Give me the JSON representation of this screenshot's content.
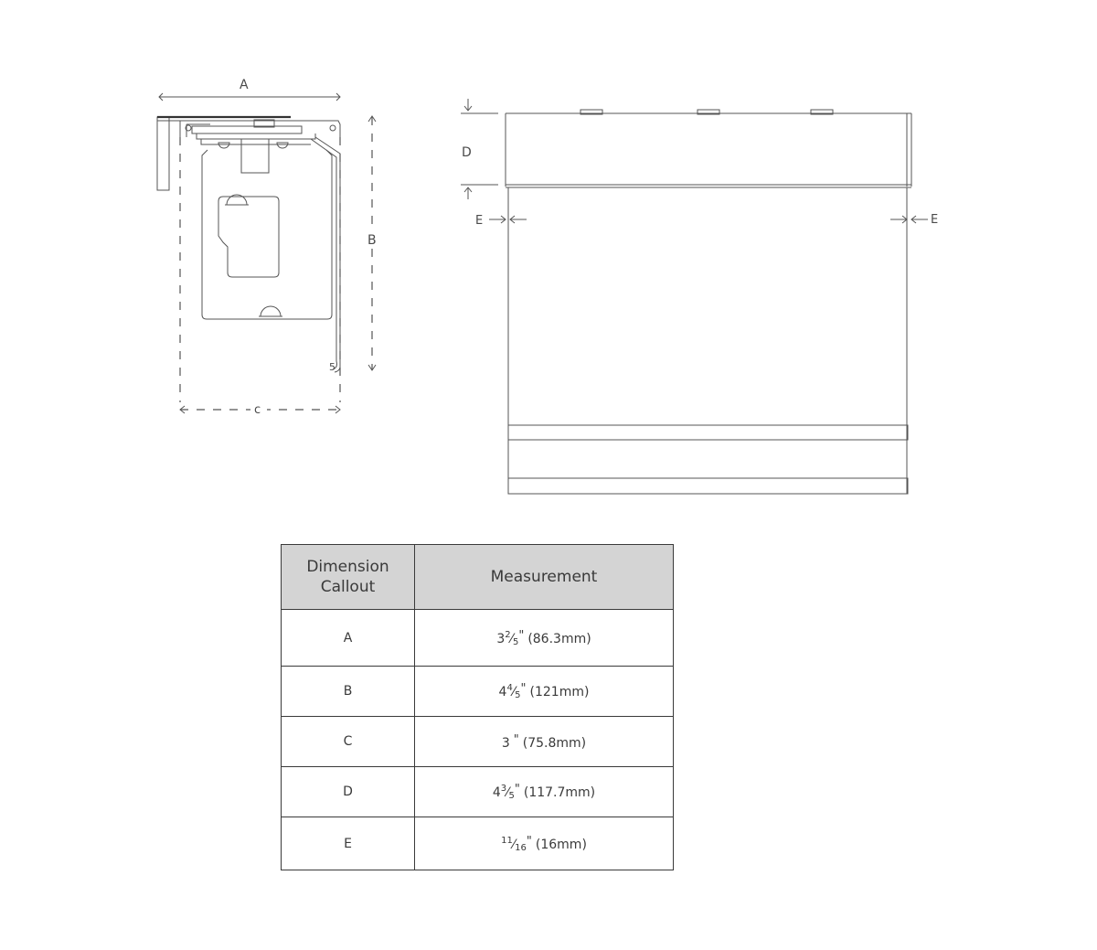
{
  "side_view": {
    "label_a": "A",
    "label_b": "B",
    "label_c": "c"
  },
  "front_view": {
    "label_d": "D",
    "label_e_left": "E",
    "label_e_right": "E"
  },
  "table": {
    "header_col1": "Dimension Callout",
    "header_col2": "Measurement",
    "rows": [
      {
        "callout": "A",
        "whole": "3",
        "num": "2",
        "den": "5",
        "mm": "(86.3mm)"
      },
      {
        "callout": "B",
        "whole": "4",
        "num": "4",
        "den": "5",
        "mm": "(121mm)"
      },
      {
        "callout": "C",
        "whole": "3",
        "num": "",
        "den": "",
        "mm": "(75.8mm)"
      },
      {
        "callout": "D",
        "whole": "4",
        "num": "3",
        "den": "5",
        "mm": "(117.7mm)"
      },
      {
        "callout": "E",
        "whole": "",
        "num": "11",
        "den": "16",
        "mm": "(16mm)"
      }
    ]
  }
}
